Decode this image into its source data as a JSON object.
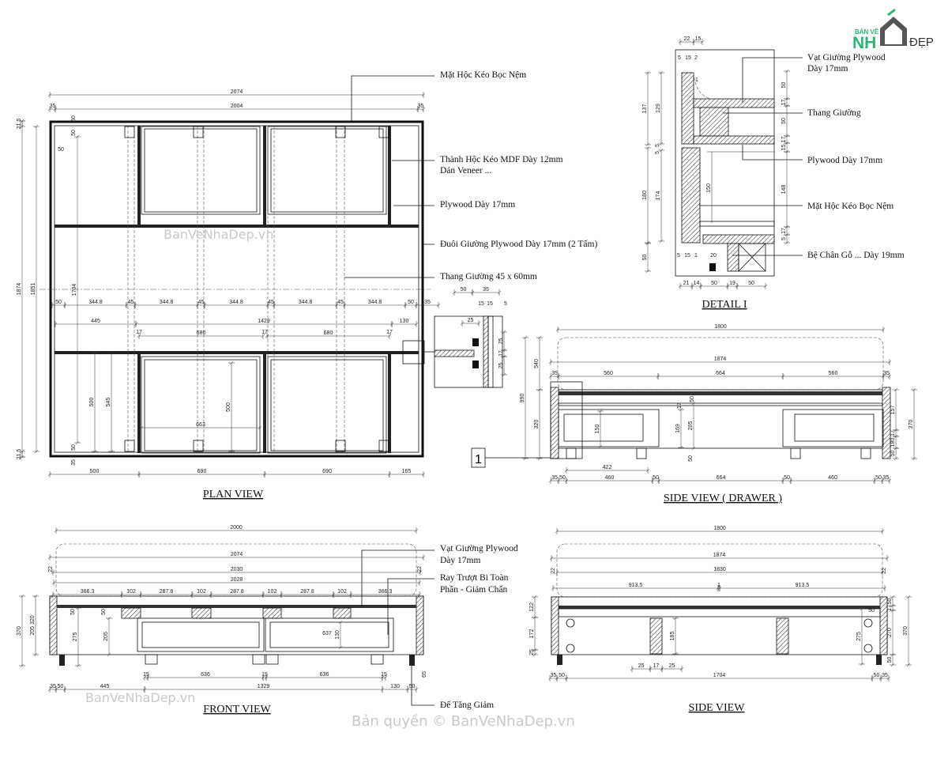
{
  "logo": {
    "top": "BẢN VẼ",
    "left": "NH",
    "right": "ĐẸP",
    "accent": "#2bb673",
    "house_color": "#555555"
  },
  "watermarks": [
    "BanVeNhaDep.vn",
    "BanVeNhaDep.vn",
    "Bản quyền © BanVeNhaDep.vn"
  ],
  "plan_view": {
    "title": "PLAN VIEW",
    "callouts": [
      "Mặt Hộc Kéo Bọc Nệm",
      "Thành Hộc Kéo MDF Dày 12mm",
      "Dán Veneer ...",
      "Plywood Dày 17mm",
      "Đuôi Giường Plywood Dày 17mm (2 Tấm)",
      "Thang Giường 45 x 60mm"
    ],
    "dims": [
      "2074",
      "2004",
      "35",
      "35",
      "1874",
      "1851",
      "21.5",
      "21.5",
      "50",
      "344.8",
      "45",
      "344.8",
      "45",
      "344.8",
      "45",
      "344.8",
      "45",
      "344.8",
      "50",
      "35",
      "445",
      "1429",
      "130",
      "680",
      "680",
      "17",
      "17",
      "17",
      "500",
      "690",
      "690",
      "165",
      "1704",
      "500",
      "545",
      "500",
      "663",
      "50",
      "50",
      "50",
      "50",
      "35"
    ]
  },
  "detail_small": {
    "dims": [
      "50",
      "35",
      "15",
      "15",
      "5",
      "25",
      "25",
      "17",
      "25"
    ]
  },
  "detail_1": {
    "title": "DETAIL I",
    "callouts": [
      "Vạt Giường Plywood",
      "Dày 17mm",
      "Thang Giường",
      "Plywood Dày 17mm",
      "Mặt Hộc Kéo Bọc Nệm",
      "Bệ Chân Gỗ ... Dày 19mm"
    ],
    "dims": [
      "22",
      "15",
      "5",
      "15",
      "2",
      "137",
      "129",
      "5",
      "5",
      "180",
      "174",
      "50",
      "50",
      "17",
      "50",
      "17",
      "15",
      "148",
      "17",
      "5",
      "150",
      "1",
      "21",
      "14",
      "50",
      "19",
      "50",
      "5",
      "15",
      "1",
      "20"
    ]
  },
  "side_view_drawer": {
    "title": "SIDE VIEW ( DRAWER )",
    "marker": "1",
    "dims": [
      "1800",
      "1874",
      "35",
      "560",
      "664",
      "560",
      "35",
      "990",
      "540",
      "320",
      "157",
      "17",
      "180",
      "50",
      "370",
      "150",
      "169",
      "205",
      "50",
      "17",
      "50",
      "422",
      "35",
      "50",
      "460",
      "50",
      "664",
      "50",
      "460",
      "50",
      "35"
    ]
  },
  "front_view": {
    "title": "FRONT VIEW",
    "callouts": [
      "Vạt Giường Plywood",
      "Dày 17mm",
      "Ray Trượt Bi Toàn",
      "Phần - Giảm Chấn",
      "Đế Tăng Giảm"
    ],
    "dims": [
      "2000",
      "2074",
      "2030",
      "2028",
      "22",
      "22",
      "366.3",
      "102",
      "287.8",
      "102",
      "287.8",
      "102",
      "287.8",
      "102",
      "366.3",
      "370",
      "205 320",
      "275",
      "205",
      "50",
      "50",
      "637",
      "130",
      "15",
      "636",
      "15",
      "636",
      "15",
      "35",
      "50",
      "445",
      "1329",
      "130",
      "50",
      "65"
    ]
  },
  "side_view": {
    "title": "SIDE VIEW",
    "dims": [
      "1800",
      "1874",
      "1830",
      "22",
      "22",
      "913.5",
      "1",
      "913.5",
      "122",
      "172",
      "25",
      "50",
      "17",
      "270",
      "50",
      "370",
      "275",
      "185",
      "50",
      "25",
      "17",
      "25",
      "35",
      "50",
      "1704",
      "50",
      "35"
    ]
  }
}
